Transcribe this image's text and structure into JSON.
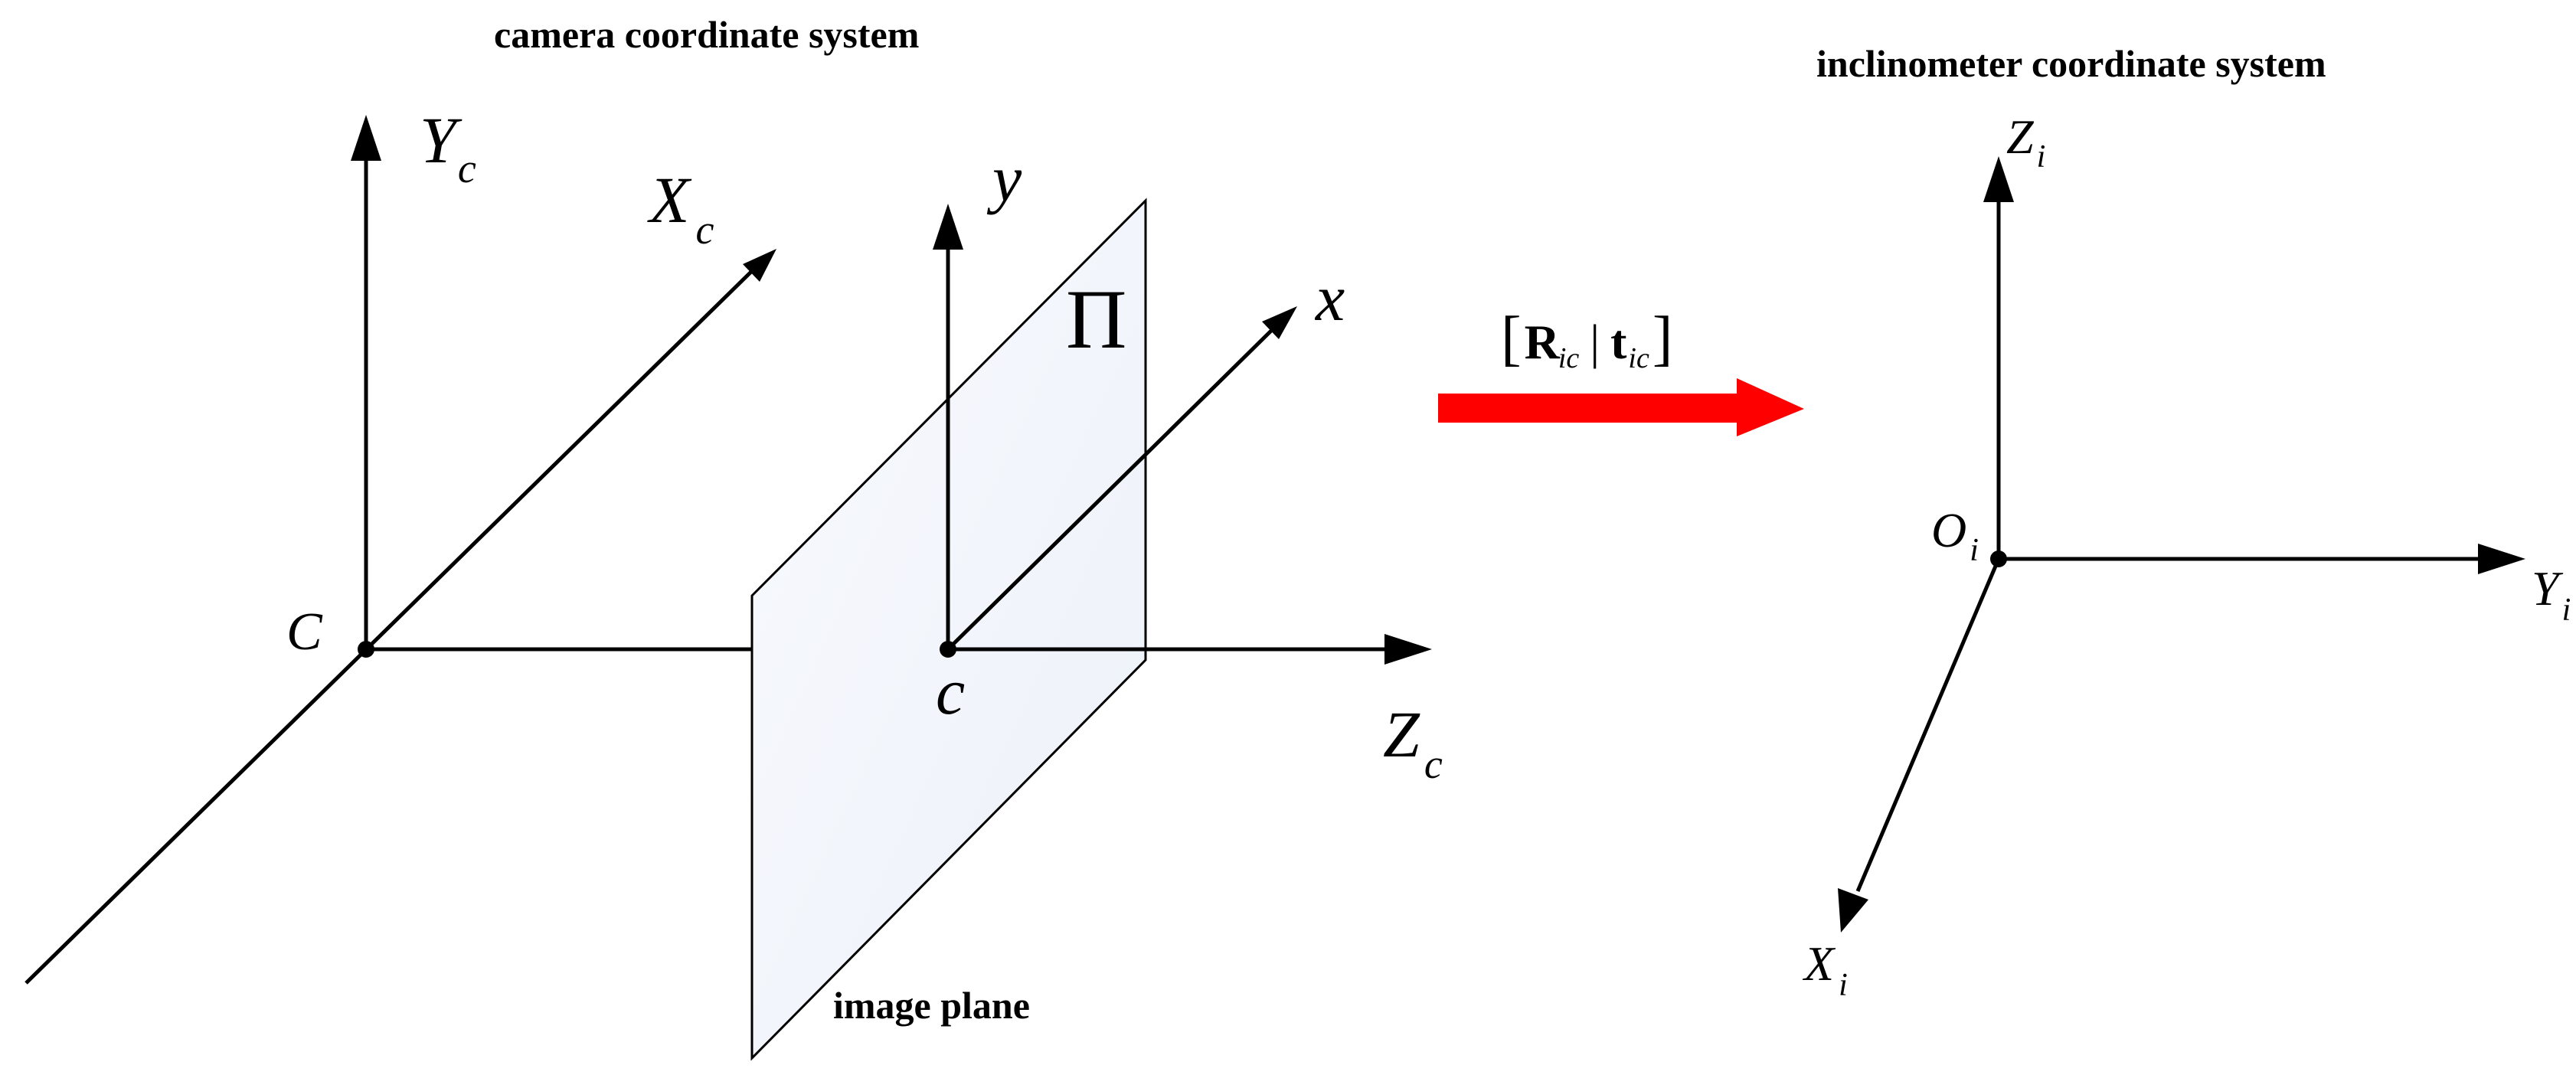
{
  "camera": {
    "title": "camera coordinate system",
    "axis_y_main": "Y",
    "axis_y_sub": "c",
    "axis_x_main": "X",
    "axis_x_sub": "c",
    "axis_z_main": "Z",
    "axis_z_sub": "c",
    "origin_label": "C",
    "principal_point_label": "c",
    "image_axis_x": "x",
    "image_axis_y": "y",
    "plane_symbol": "Π",
    "image_plane_label": "image plane"
  },
  "transform": {
    "rotation_symbol": "R",
    "rotation_sub": "ic",
    "translation_symbol": "t",
    "translation_sub": "ic",
    "open_bracket": "[",
    "separator": "|",
    "close_bracket": "]",
    "arrow_color": "#ff0000"
  },
  "inclinometer": {
    "title": "inclinometer coordinate system",
    "origin_main": "O",
    "origin_sub": "i",
    "axis_z_main": "Z",
    "axis_z_sub": "i",
    "axis_y_main": "Y",
    "axis_y_sub": "i",
    "axis_x_main": "X",
    "axis_x_sub": "i"
  }
}
